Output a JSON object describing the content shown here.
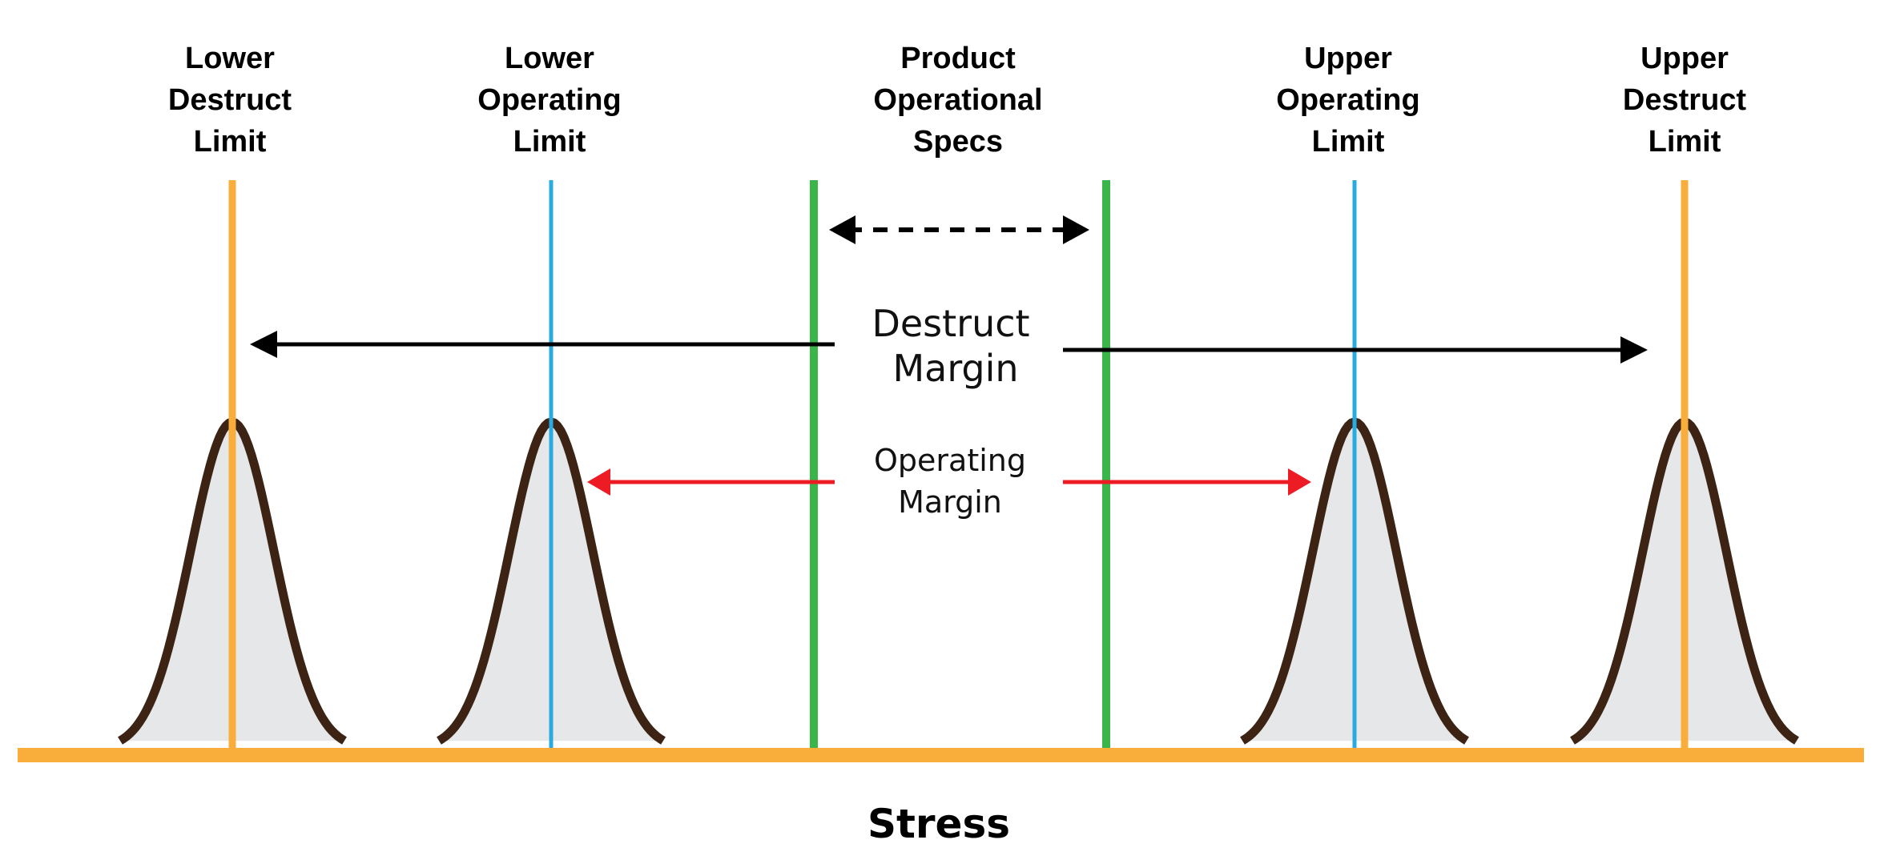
{
  "limits": [
    {
      "id": "lower-destruct",
      "lines": [
        "Lower",
        "Destruct",
        "Limit"
      ],
      "color": "#F9AE3C"
    },
    {
      "id": "lower-operating",
      "lines": [
        "Lower",
        "Operating",
        "Limit"
      ],
      "color": "#29ABE2"
    },
    {
      "id": "upper-operating",
      "lines": [
        "Upper",
        "Operating",
        "Limit"
      ],
      "color": "#29ABE2"
    },
    {
      "id": "upper-destruct",
      "lines": [
        "Upper",
        "Destruct",
        "Limit"
      ],
      "color": "#F9AE3C"
    }
  ],
  "specs": {
    "lines": [
      "Product",
      "Operational",
      "Specs"
    ],
    "color": "#3AB54A"
  },
  "destruct_margin": {
    "lines": [
      "Destruct",
      "Margin"
    ],
    "color": "#000000"
  },
  "operating_margin": {
    "lines": [
      "Operating",
      "Margin"
    ],
    "color": "#ED1C24"
  },
  "axis_label": "Stress",
  "colors": {
    "baseline": "#F9AE3C",
    "curve_stroke": "#3D2314",
    "curve_fill": "#E6E7E9"
  }
}
